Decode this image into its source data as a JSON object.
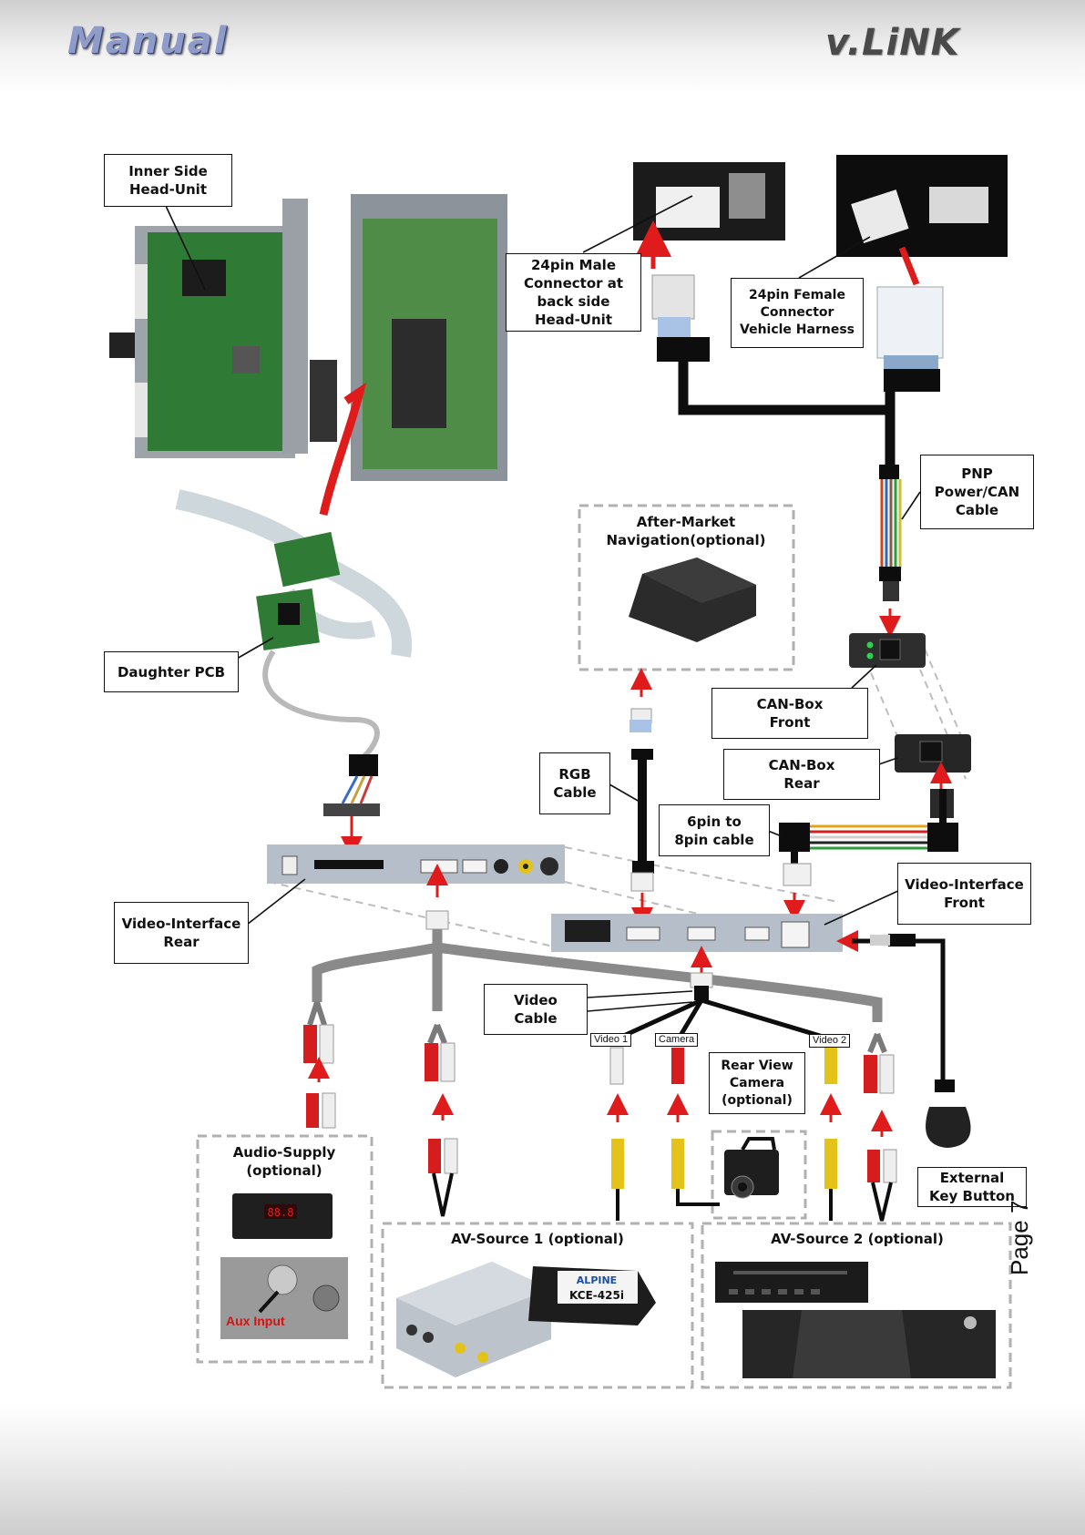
{
  "header": {
    "brand_left": "Manual",
    "brand_right": "v.LiNK"
  },
  "footer": {
    "page_label": "Page 7"
  },
  "labels": {
    "inner_side": "Inner Side\nHead-Unit",
    "male_connector": "24pin Male\nConnector at\nback side\nHead-Unit",
    "female_connector": "24pin Female\nConnector\nVehicle  Harness",
    "pnp_cable": "PNP\nPower/CAN\nCable",
    "daughter_pcb": "Daughter PCB",
    "after_market_nav": "After-Market\nNavigation(optional)",
    "can_box_front": "CAN-Box\nFront",
    "can_box_rear": "CAN-Box\nRear",
    "rgb_cable": "RGB\nCable",
    "pin_cable": "6pin to\n8pin cable",
    "vi_front": "Video-Interface\nFront",
    "vi_rear": "Video-Interface\nRear",
    "video_cable": "Video\nCable",
    "video1": "Video 1",
    "camera": "Camera",
    "video2": "Video 2",
    "rear_camera": "Rear View\nCamera\n(optional)",
    "audio_supply": "Audio-Supply\n(optional)",
    "aux_input": "Aux Input",
    "av_source1": "AV-Source 1 (optional)",
    "av_source2": "AV-Source 2 (optional)",
    "external_key": "External\nKey Button",
    "device_brand": "ALPINE",
    "device_model": "KCE-425i",
    "display_digits": "88.8"
  },
  "colors": {
    "arrow_red": "#e01b1b",
    "pcb_green": "#2f7a35",
    "cable_black": "#0d0d0d",
    "cable_grey": "#8a8a8a",
    "rca_red": "#d61d1d",
    "rca_white": "#eeeeee",
    "rca_yellow": "#e3c21a",
    "module_silver": "#b6bfc9"
  }
}
